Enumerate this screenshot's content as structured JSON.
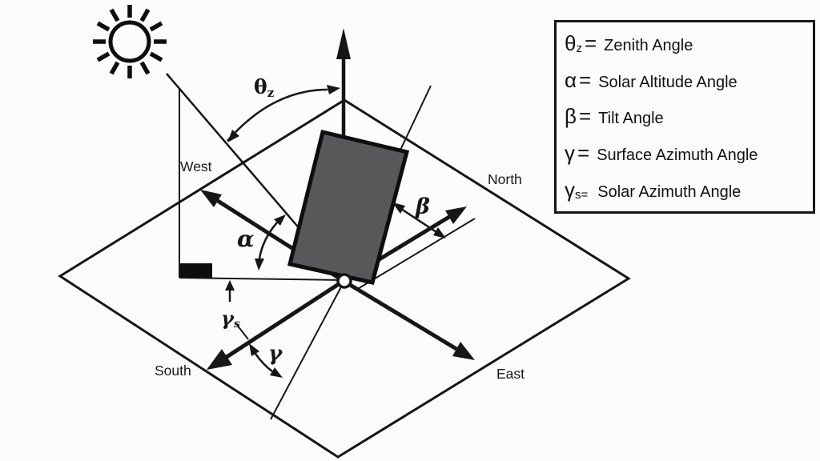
{
  "colors": {
    "background": "#fcfcfc",
    "ink": "#161616",
    "panel_fill": "#58585a"
  },
  "legend": {
    "rows": [
      {
        "sym": "θ",
        "sub": "z",
        "eq": "=",
        "label": "Zenith Angle"
      },
      {
        "sym": "α",
        "sub": "",
        "eq": "=",
        "label": "Solar Altitude Angle"
      },
      {
        "sym": "β",
        "sub": "",
        "eq": "=",
        "label": "Tilt Angle"
      },
      {
        "sym": "γ",
        "sub": "",
        "eq": "=",
        "label": "Surface Azimuth Angle"
      },
      {
        "sym": "γ",
        "sub": "s=",
        "eq": "",
        "label": "Solar Azimuth Angle"
      }
    ]
  },
  "diagram": {
    "directions": {
      "north": "North",
      "east": "East",
      "south": "South",
      "west": "West"
    },
    "symbols": {
      "zenith_sym": "θ",
      "zenith_sub": "z",
      "altitude": "α",
      "tilt": "β",
      "surface_azimuth": "γ",
      "solar_azimuth_sym": "γ",
      "solar_azimuth_sub": "s"
    }
  }
}
